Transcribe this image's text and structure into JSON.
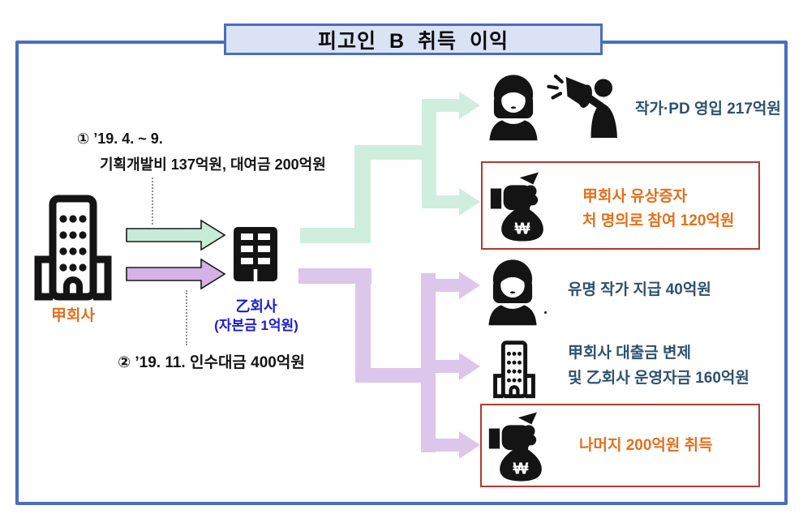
{
  "title": "피고인 B 취득 이익",
  "colors": {
    "frame_blue": "#4a6dbe",
    "title_bg": "#dbe2f4",
    "red_box_border": "#b33a32",
    "green_flow": "#cfeede",
    "purple_flow": "#dcc6ec",
    "orange_text": "#e2701c",
    "blue_label_text": "#1b1bd1",
    "steel_blue_text": "#2d5170"
  },
  "left": {
    "company_a_label": "甲회사",
    "note1_line1": "① ’19. 4. ~ 9.",
    "note1_line2": "기획개발비 137억원, 대여금 200억원",
    "note2": "② ’19. 11. 인수대금 400억원"
  },
  "middle": {
    "company_b_label": "乙회사",
    "company_b_sub": "(자본금 1억원)"
  },
  "outcomes": [
    {
      "id": "writers-pd",
      "text": "작가·PD 영입 217억원",
      "highlighted": false
    },
    {
      "id": "capital-increase",
      "line1": "甲회사 유상증자",
      "line2": "처 명의로 참여 120억원",
      "highlighted": true
    },
    {
      "id": "famous-writer",
      "text": "유명 작가 지급 40억원",
      "highlighted": false
    },
    {
      "id": "loan-repayment",
      "line1": "甲회사 대출금 변제",
      "line2": "및 乙회사 운영자금 160억원",
      "highlighted": false
    },
    {
      "id": "remainder",
      "text": "나머지 200억원 취득",
      "highlighted": true
    }
  ],
  "icons": {
    "won_symbol": "₩"
  }
}
